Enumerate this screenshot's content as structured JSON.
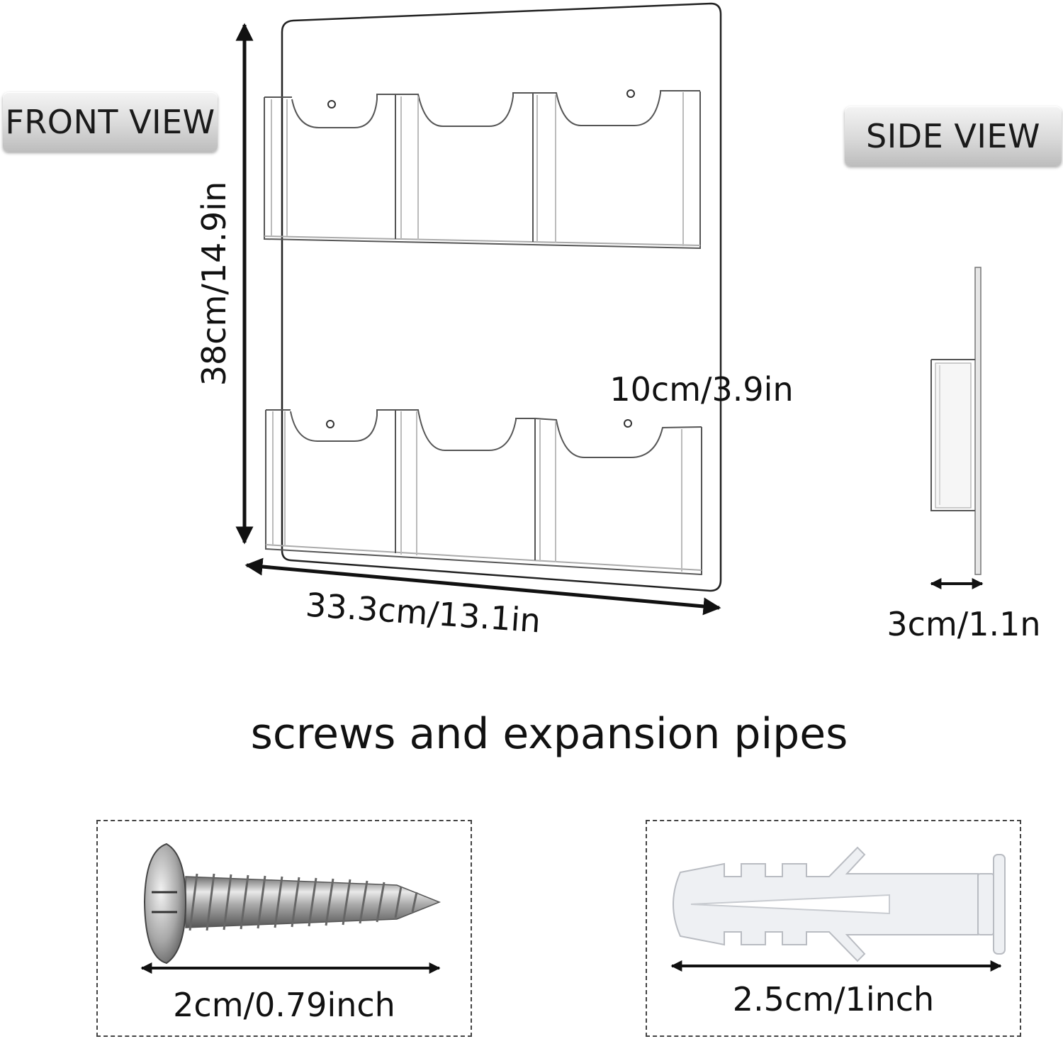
{
  "labels": {
    "front_view": "FRONT VIEW",
    "side_view": "SIDE VIEW"
  },
  "dimensions": {
    "height": "38cm/14.9in",
    "pocket_width": "10cm/3.9in",
    "width": "33.3cm/13.1in",
    "depth": "3cm/1.1n"
  },
  "accessories": {
    "heading": "screws and expansion pipes",
    "screw_size": "2cm/0.79inch",
    "anchor_size": "2.5cm/1inch"
  }
}
